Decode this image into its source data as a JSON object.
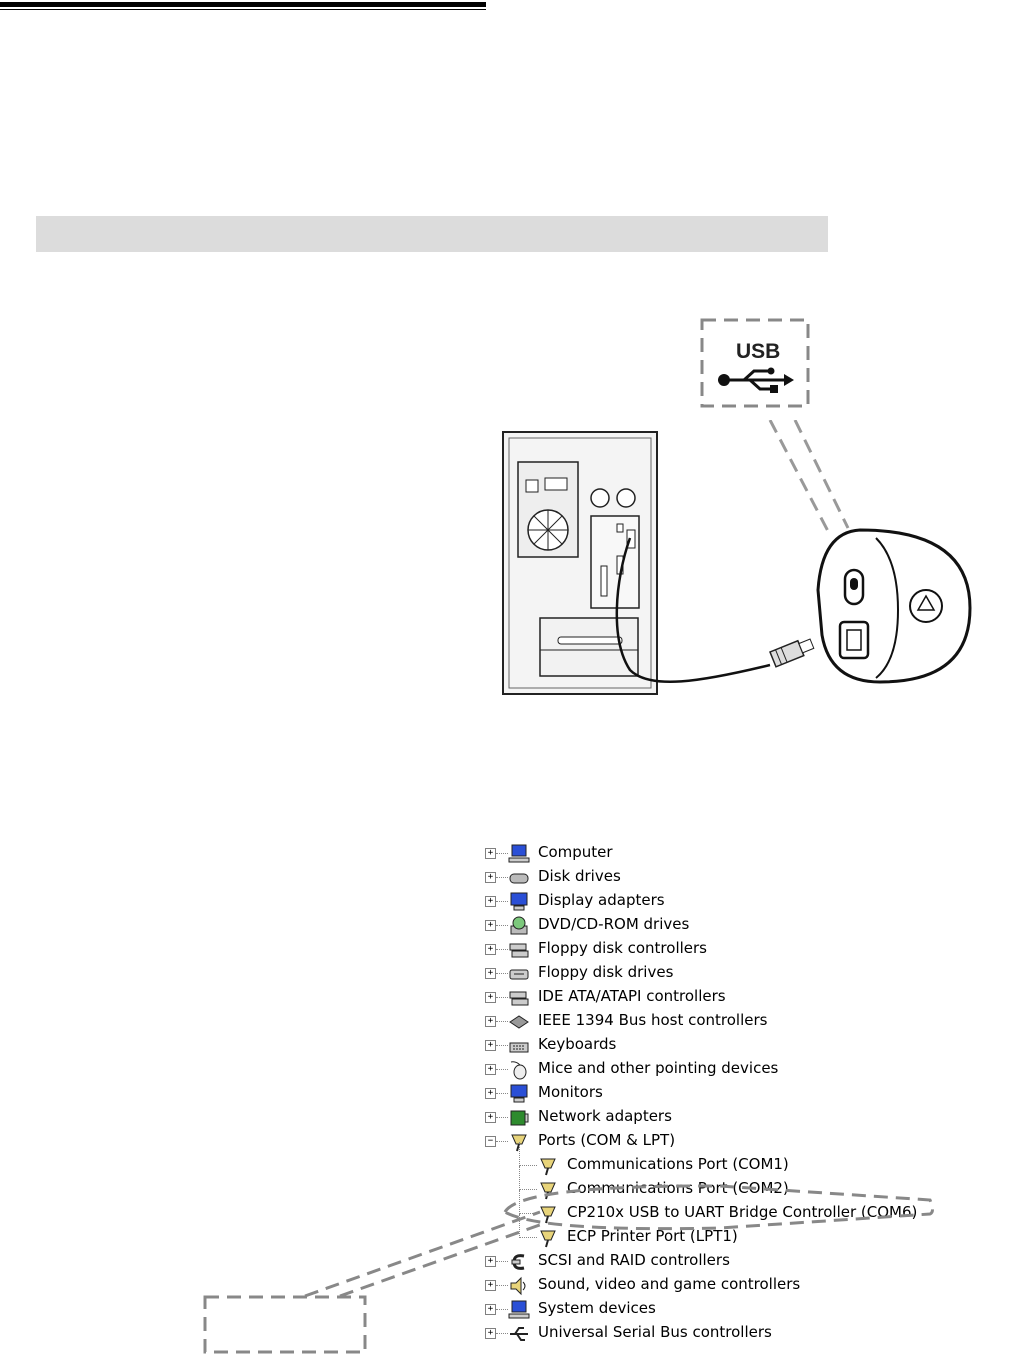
{
  "usb_callout": {
    "label": "USB"
  },
  "device_manager": {
    "categories": [
      {
        "label": "Computer",
        "icon": "computer-icon",
        "expanded": false
      },
      {
        "label": "Disk drives",
        "icon": "disk-drive-icon",
        "expanded": false
      },
      {
        "label": "Display adapters",
        "icon": "monitor-icon",
        "expanded": false
      },
      {
        "label": "DVD/CD-ROM drives",
        "icon": "cdrom-icon",
        "expanded": false
      },
      {
        "label": "Floppy disk controllers",
        "icon": "controller-icon",
        "expanded": false
      },
      {
        "label": "Floppy disk drives",
        "icon": "floppy-drive-icon",
        "expanded": false
      },
      {
        "label": "IDE ATA/ATAPI controllers",
        "icon": "controller-icon",
        "expanded": false
      },
      {
        "label": "IEEE 1394 Bus host controllers",
        "icon": "ieee1394-icon",
        "expanded": false
      },
      {
        "label": "Keyboards",
        "icon": "keyboard-icon",
        "expanded": false
      },
      {
        "label": "Mice and other pointing devices",
        "icon": "mouse-icon",
        "expanded": false
      },
      {
        "label": "Monitors",
        "icon": "monitor-icon",
        "expanded": false
      },
      {
        "label": "Network adapters",
        "icon": "network-icon",
        "expanded": false
      },
      {
        "label": "Ports (COM & LPT)",
        "icon": "port-icon",
        "expanded": true,
        "children": [
          {
            "label": "Communications Port (COM1)",
            "icon": "port-icon"
          },
          {
            "label": "Communications Port (COM2)",
            "icon": "port-icon"
          },
          {
            "label": "CP210x USB to UART Bridge Controller (COM6)",
            "icon": "port-icon"
          },
          {
            "label": "ECP Printer Port (LPT1)",
            "icon": "port-icon"
          }
        ]
      },
      {
        "label": "SCSI and RAID controllers",
        "icon": "scsi-icon",
        "expanded": false
      },
      {
        "label": "Sound, video and game controllers",
        "icon": "sound-icon",
        "expanded": false
      },
      {
        "label": "System devices",
        "icon": "computer-icon",
        "expanded": false
      },
      {
        "label": "Universal Serial Bus controllers",
        "icon": "usb-icon",
        "expanded": false
      }
    ]
  }
}
